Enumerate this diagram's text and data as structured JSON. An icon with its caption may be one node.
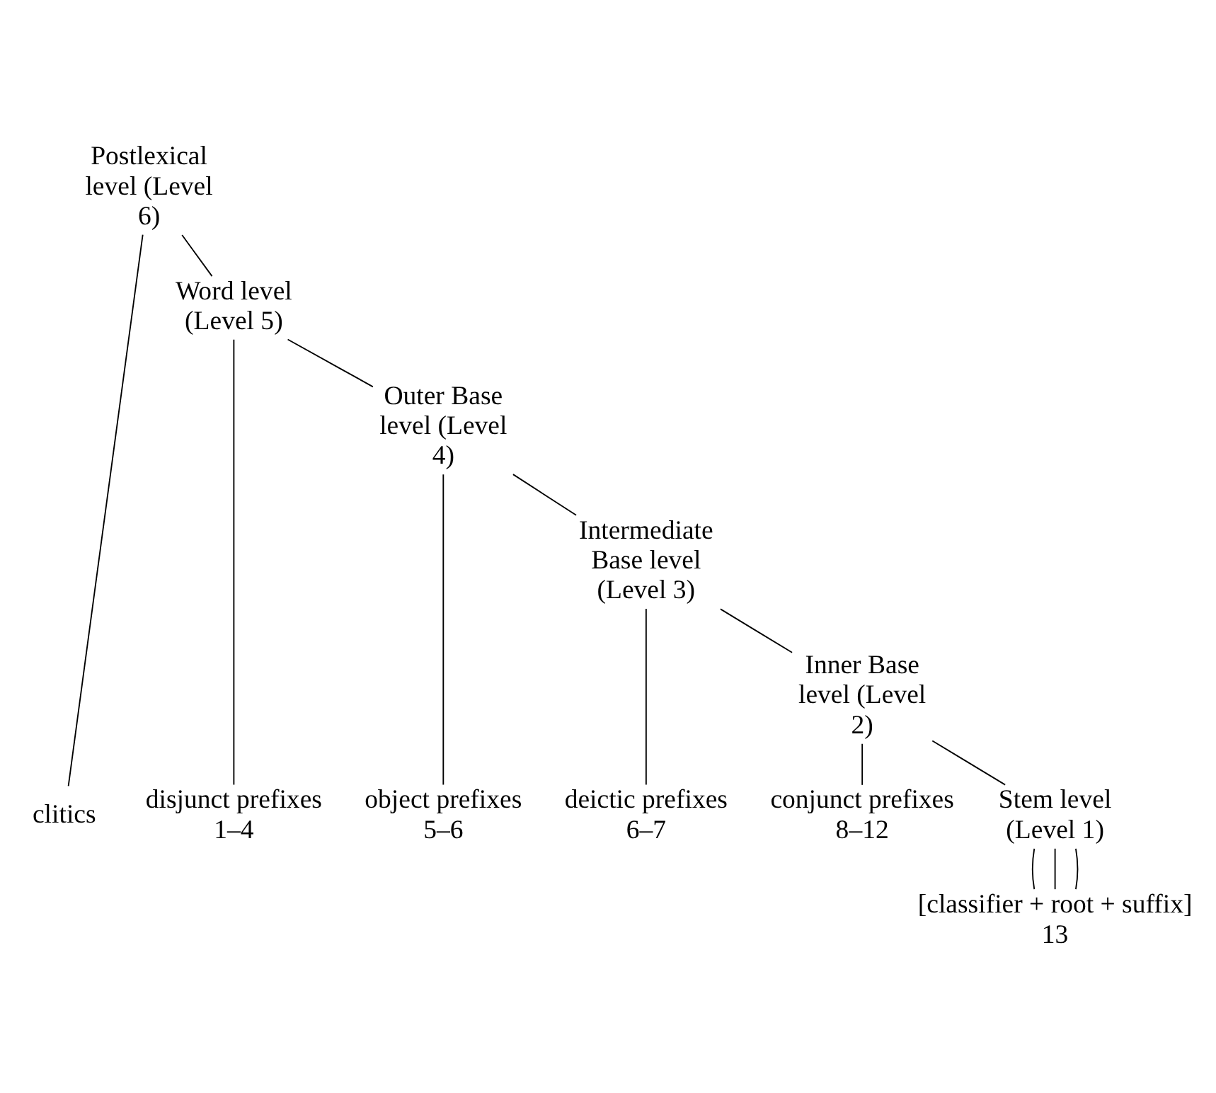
{
  "diagram": {
    "nodes": [
      {
        "text": [
          "Postlexical level (Level 6)"
        ]
      },
      {
        "text": [
          "clitics"
        ]
      },
      {
        "text": [
          "Word level (Level 5)"
        ]
      },
      {
        "text": [
          "disjunct prefixes",
          "1–4"
        ]
      },
      {
        "text": [
          "Outer Base level (Level 4)"
        ]
      },
      {
        "text": [
          "object prefixes",
          "5–6"
        ]
      },
      {
        "text": [
          "Intermediate Base level (Level 3)"
        ]
      },
      {
        "text": [
          "deictic prefixes",
          "6–7"
        ]
      },
      {
        "text": [
          "Inner Base level (Level 2)"
        ]
      },
      {
        "text": [
          "conjunct prefixes",
          "8–12"
        ]
      },
      {
        "text": [
          "Stem level (Level 1)"
        ]
      },
      {
        "text": [
          "[classifier + root + suffix]",
          "13"
        ]
      }
    ],
    "edges": [
      {
        "from": 0,
        "to": 1,
        "arrow": "none"
      },
      {
        "from": 0,
        "to": 2,
        "arrow": "none"
      },
      {
        "from": 2,
        "to": 3,
        "arrow": "none"
      },
      {
        "from": 2,
        "to": 4,
        "arrow": "none"
      },
      {
        "from": 4,
        "to": 5,
        "arrow": "none"
      },
      {
        "from": 4,
        "to": 6,
        "arrow": "none"
      },
      {
        "from": 6,
        "to": 7,
        "arrow": "none"
      },
      {
        "from": 6,
        "to": 8,
        "arrow": "none"
      },
      {
        "from": 8,
        "to": 9,
        "arrow": "none"
      },
      {
        "from": 8,
        "to": 10,
        "arrow": "none"
      },
      {
        "from": 10,
        "to": 11,
        "arrow": "none"
      },
      {
        "from": 10,
        "to": 11,
        "arrow": "none"
      },
      {
        "from": 10,
        "to": 11,
        "arrow": "none"
      }
    ]
  }
}
